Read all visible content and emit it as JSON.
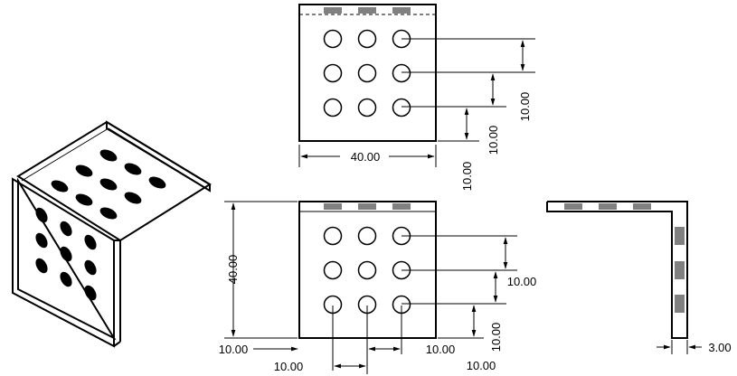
{
  "title": "",
  "views": {
    "isometric": {
      "hole_rows": 3,
      "hole_cols": 3
    },
    "top": {
      "hole_rows": 3,
      "hole_cols": 3
    },
    "front": {
      "hole_rows": 3,
      "hole_cols": 3
    },
    "side": {}
  },
  "dimensions": {
    "top_width": "40.00",
    "top_hole_spacing_1": "10.00",
    "top_hole_spacing_2": "10.00",
    "top_hole_spacing_3": "10.00",
    "front_height": "40.00",
    "front_left_offset": "10.00",
    "front_hole_spacing_h1": "10.00",
    "front_hole_spacing_h2": "10.00",
    "front_vert_spacing_1": "10.00",
    "front_vert_spacing_2": "10.00",
    "front_vert_spacing_3": "10.00",
    "side_thickness": "3.00"
  }
}
